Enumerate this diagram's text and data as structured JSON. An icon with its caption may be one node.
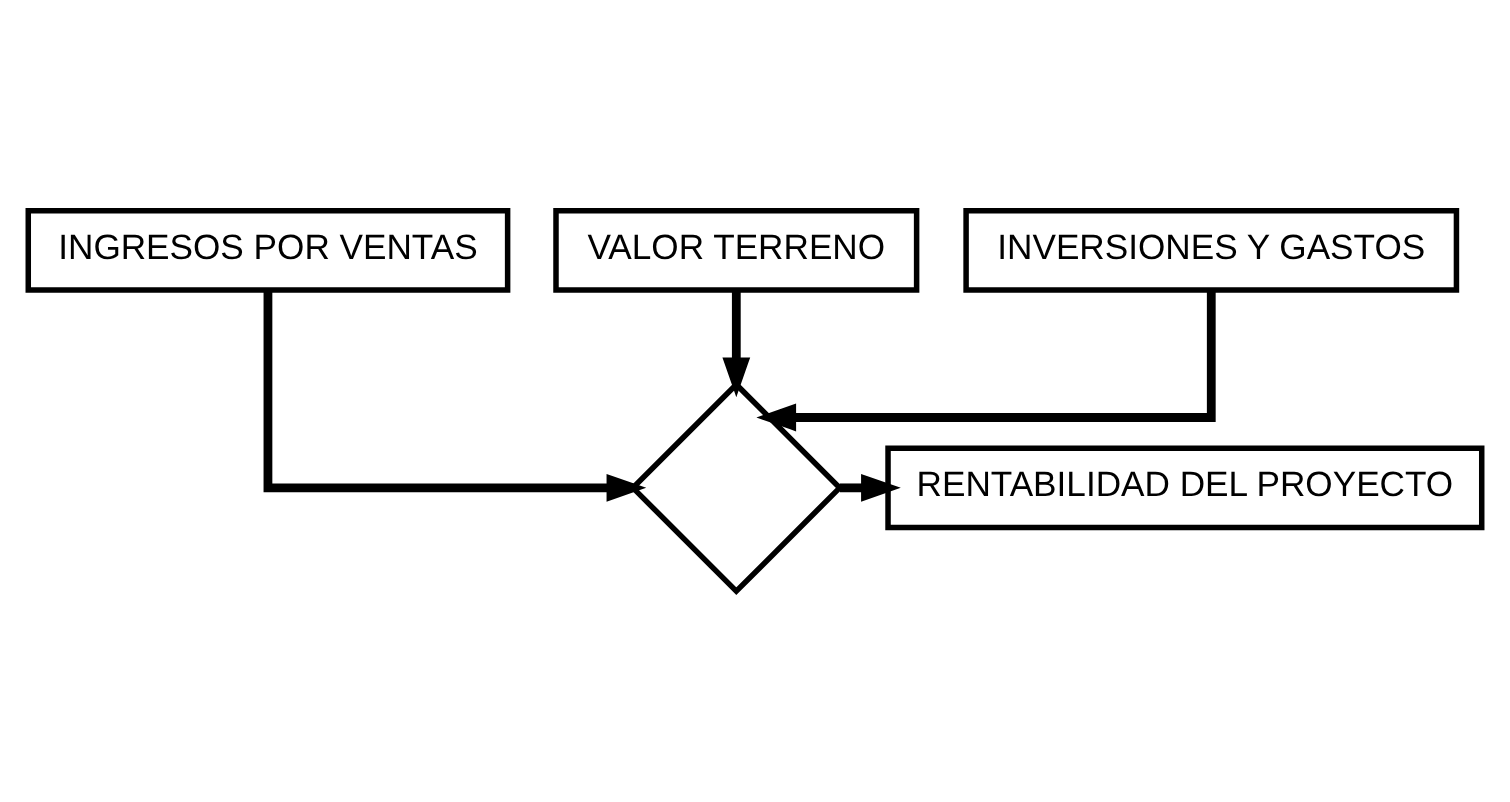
{
  "diagram": {
    "nodes": [
      {
        "text": [
          "INGRESOS POR VENTAS"
        ]
      },
      {
        "text": [
          "VALOR TERRENO"
        ]
      },
      {
        "text": [
          "INVERSIONES Y GASTOS"
        ]
      },
      {
        "text": [],
        "shape": "diamond"
      },
      {
        "text": [
          "RENTABILIDAD DEL PROYECTO"
        ]
      }
    ],
    "edges": [
      {
        "from": 0,
        "to": 3,
        "arrow": "to"
      },
      {
        "from": 1,
        "to": 3,
        "arrow": "to"
      },
      {
        "from": 2,
        "to": 3,
        "arrow": "to"
      },
      {
        "from": 3,
        "to": 4,
        "arrow": "to"
      }
    ]
  }
}
